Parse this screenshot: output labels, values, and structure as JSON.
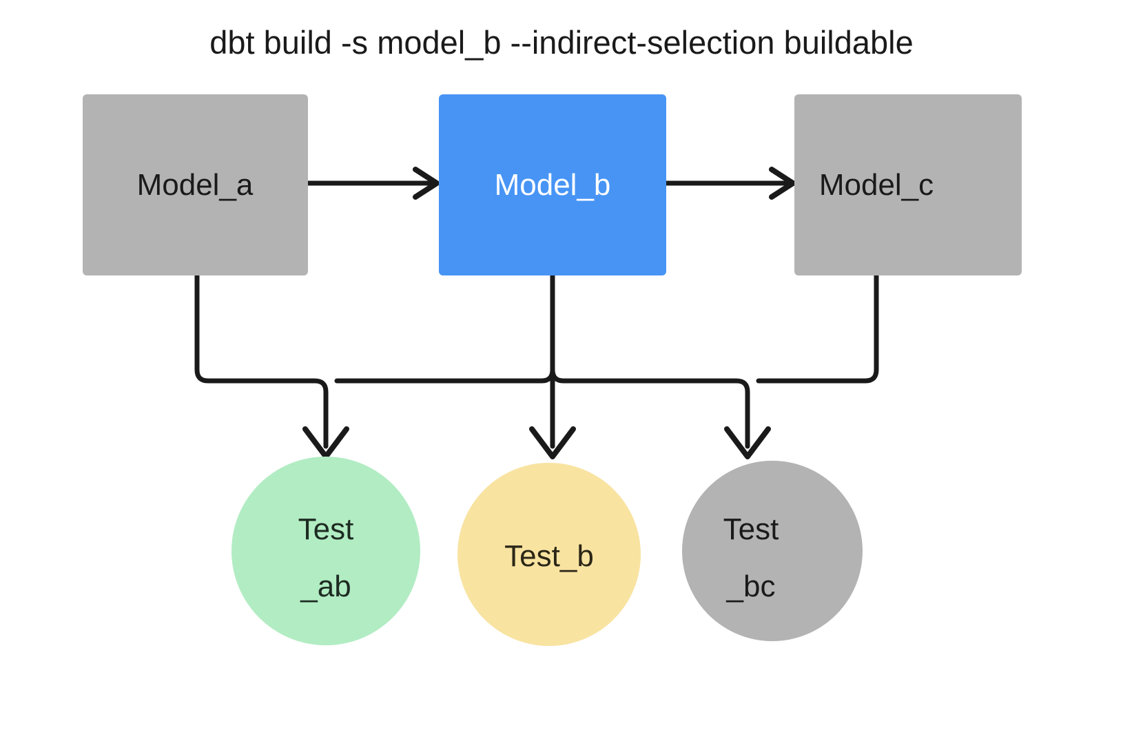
{
  "diagram": {
    "type": "dag-flowchart",
    "title": "dbt build -s model_b --indirect-selection buildable",
    "background_color": "#ffffff",
    "edge_color": "#1a1a1a",
    "nodes": [
      {
        "id": "model_a",
        "label": "Model_a",
        "shape": "rectangle",
        "fill": "#b3b3b3",
        "text_color": "#1a1a1a",
        "state": "unselected"
      },
      {
        "id": "model_b",
        "label": "Model_b",
        "shape": "rectangle",
        "fill": "#4794f5",
        "text_color": "#ffffff",
        "state": "selected"
      },
      {
        "id": "model_c",
        "label": "Model_c",
        "shape": "rectangle",
        "fill": "#b3b3b3",
        "text_color": "#1a1a1a",
        "state": "unselected"
      },
      {
        "id": "test_ab",
        "label_line1": "Test",
        "label_line2": "_ab",
        "shape": "circle",
        "fill": "#b2ecc3",
        "text_color": "#1d2b22",
        "state": "included"
      },
      {
        "id": "test_b",
        "label_line1": "Test_b",
        "label_line2": "",
        "shape": "circle",
        "fill": "#f8e3a1",
        "text_color": "#2b2616",
        "state": "partial"
      },
      {
        "id": "test_bc",
        "label_line1": "Test",
        "label_line2": "_bc",
        "shape": "circle",
        "fill": "#b3b3b3",
        "text_color": "#1a1a1a",
        "state": "excluded"
      }
    ],
    "edges": [
      {
        "from": "model_a",
        "to": "model_b",
        "style": "straight-arrow"
      },
      {
        "from": "model_b",
        "to": "model_c",
        "style": "straight-arrow"
      },
      {
        "from": "model_a",
        "to": "test_ab",
        "style": "elbow-arrow"
      },
      {
        "from": "model_b",
        "to": "test_ab",
        "style": "elbow-arrow"
      },
      {
        "from": "model_b",
        "to": "test_b",
        "style": "straight-arrow"
      },
      {
        "from": "model_b",
        "to": "test_bc",
        "style": "elbow-arrow"
      },
      {
        "from": "model_c",
        "to": "test_bc",
        "style": "elbow-arrow"
      }
    ]
  }
}
